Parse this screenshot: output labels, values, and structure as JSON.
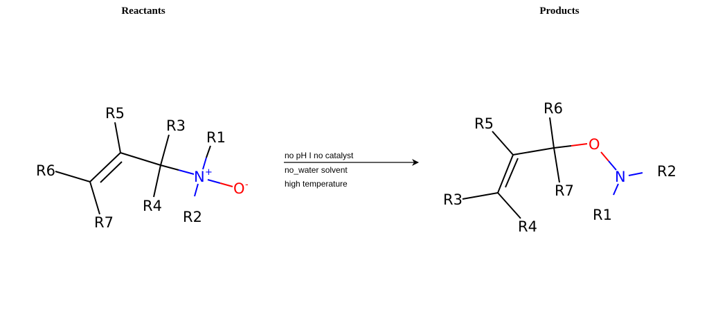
{
  "titles": {
    "reactants": "Reactants",
    "products": "Products"
  },
  "conditions": [
    "no pH I no catalyst",
    "no_water solvent",
    "high temperature"
  ],
  "colors": {
    "carbon_bond": "#000000",
    "nitrogen": "#0000ff",
    "oxygen": "#ff0000"
  },
  "reactant": {
    "labels": {
      "R5": "R5",
      "R3": "R3",
      "R1": "R1",
      "R6": "R6",
      "N": "N",
      "N_charge": "+",
      "O": "O",
      "O_charge": "-",
      "R4": "R4",
      "R2": "R2",
      "R7": "R7"
    }
  },
  "product": {
    "labels": {
      "R6": "R6",
      "R5": "R5",
      "O": "O",
      "N": "N",
      "R2": "R2",
      "R7": "R7",
      "R3": "R3",
      "R1": "R1",
      "R4": "R4"
    }
  }
}
